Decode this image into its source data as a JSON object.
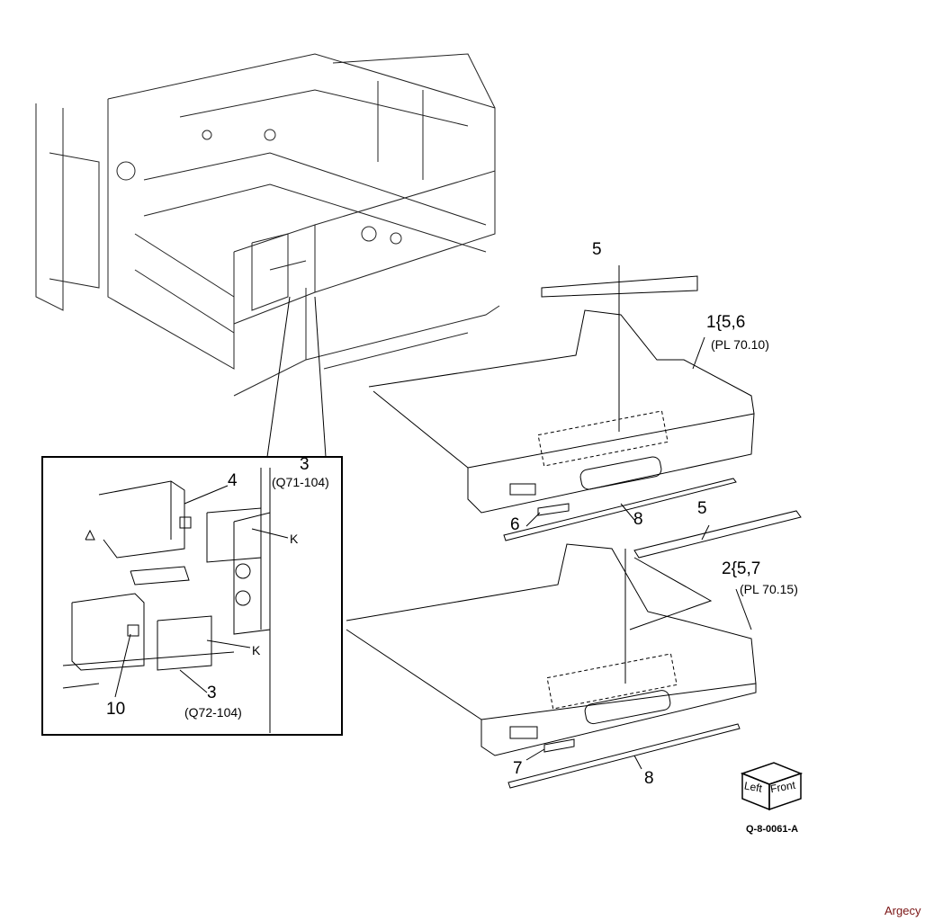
{
  "diagram": {
    "callouts": {
      "tray1_label": "5",
      "tray1": "1{5,6",
      "tray1_ref": "(PL 70.10)",
      "tray1_tag": "6",
      "tray1_strip": "8",
      "tray2_label": "5",
      "tray2": "2{5,7",
      "tray2_ref": "(PL 70.15)",
      "tray2_tag": "7",
      "tray2_strip": "8"
    },
    "inset": {
      "upper_part": "3",
      "upper_part_ref": "(Q71-104)",
      "upper_bracket": "4",
      "upper_connector": "K",
      "lower_connector": "K",
      "lower_part": "3",
      "lower_part_ref": "(Q72-104)",
      "lower_bracket": "10"
    },
    "orientation_cube": {
      "left": "Left",
      "front": "Front"
    },
    "figure_code": "Q-8-0061-A",
    "watermark": "Argecy",
    "colors": {
      "line": "#000000",
      "watermark": "#7a1414"
    }
  }
}
